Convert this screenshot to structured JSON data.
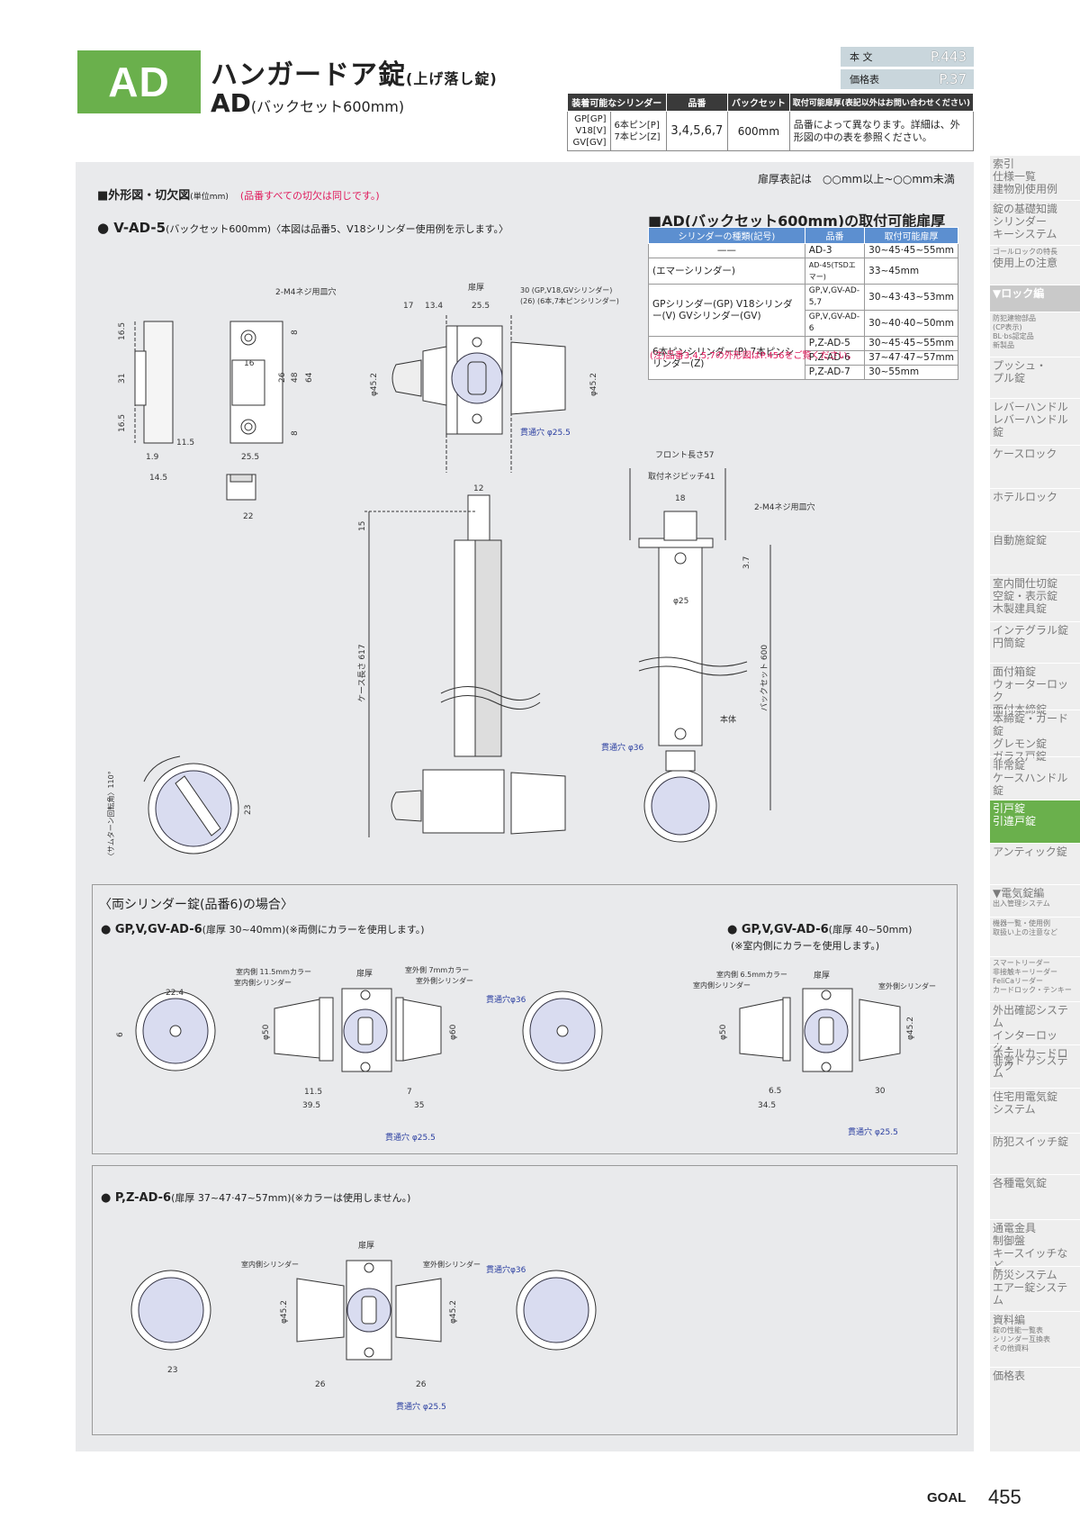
{
  "header": {
    "badge": "AD",
    "title_main": "ハンガードア錠",
    "title_main_note": "(上げ落し錠)",
    "title_sub": "AD",
    "title_sub_note": "(バックセット600mm)"
  },
  "refs": [
    {
      "label": "本 文",
      "page": "P.443"
    },
    {
      "label": "価格表",
      "page": "P.37"
    }
  ],
  "spec_table": {
    "headers": [
      "装着可能なシリンダー",
      "品番",
      "バックセット",
      "取付可能扉厚(表記以外はお問い合わせください)"
    ],
    "row": {
      "cylinders": [
        "GP[GP]",
        "V18[V]",
        "GV[GV]"
      ],
      "pins": [
        "6本ピン[P]",
        "7本ピン[Z]"
      ],
      "model": "3,4,5,6,7",
      "backset": "600mm",
      "thickness": "品番によって異なります。詳細は、外形図の中の表を参照ください。"
    }
  },
  "main": {
    "section_title": "■外形図・切欠図",
    "section_unit": "(単位mm)",
    "section_red": "(品番すべての切欠は同じです。)",
    "door_note": "扉厚表記は　○○mm以上~○○mm未満",
    "model_title": "● V-AD-5",
    "model_note": "(バックセット600mm)〈本図は品番5、V18シリンダー使用例を示します。〉"
  },
  "door_table": {
    "title": "■AD(バックセット600mm)の取付可能扉厚",
    "headers": [
      "シリンダーの種類(記号)",
      "品番",
      "取付可能扉厚"
    ],
    "rows": [
      [
        "——",
        "AD-3",
        "30~45·45~55mm"
      ],
      [
        "(エマーシリンダー)",
        "AD-45(TSDエマー)",
        "33~45mm"
      ],
      [
        "GPシリンダー(GP) V18シリンダー(V) GVシリンダー(GV)",
        "GP,V,GV-AD-5,7",
        "30~43·43~53mm"
      ],
      [
        "",
        "GP,V,GV-AD-6",
        "30~40·40~50mm"
      ],
      [
        "6本ピンシリンダー(P) 7本ピンシリンダー(Z)",
        "P,Z-AD-5",
        "30~45·45~55mm"
      ],
      [
        "",
        "P,Z-AD-6",
        "37~47·47~57mm"
      ],
      [
        "",
        "P,Z-AD-7",
        "30~55mm"
      ]
    ],
    "note": "(注)品番3,4,5,7の外形図はP.456をご覧ください。"
  },
  "dims": {
    "d1": "2-M4ネジ用皿穴",
    "d2": "16.5",
    "d3": "31",
    "d4": "16.5",
    "d5": "16",
    "d6": "26",
    "d7": "48",
    "d8": "64",
    "d9": "8",
    "d10": "8",
    "d11": "1.9",
    "d12": "11.5",
    "d13": "14.5",
    "d14": "25.5",
    "d15": "22",
    "d16": "17",
    "d17": "13.4",
    "d18": "扉厚",
    "d19": "25.5",
    "d20": "30 (GP,V18,GVシリンダー)",
    "d21": "(26) (6本,7本ピンシリンダー)",
    "d22": "φ45.2",
    "d23": "φ45.2",
    "d24": "貫通穴 φ25.5",
    "d25": "12",
    "d26": "15",
    "d27": "ケース長さ 617",
    "d28": "フロント長さ57",
    "d29": "取付ネジピッチ41",
    "d30": "18",
    "d31": "2-M4ネジ用皿穴",
    "d32": "3.7",
    "d33": "φ25",
    "d34": "バックセット 600",
    "d35": "本体",
    "d36": "貫通穴 φ36",
    "d37": "〈サムターン回転角〉110°",
    "d38": "23"
  },
  "both_section": {
    "title": "〈両シリンダー錠(品番6)の場合〉",
    "left_title": "● GP,V,GV-AD-6",
    "left_note": "(扉厚 30~40mm)(※両側にカラーを使用します。)",
    "right_title": "● GP,V,GV-AD-6",
    "right_note1": "(扉厚 40~50mm)",
    "right_note2": "(※室内側にカラーを使用します。)",
    "l1": "室内側 11.5mmカラー",
    "l2": "室内側シリンダー",
    "l3": "扉厚",
    "l4": "室外側 7mmカラー",
    "l5": "室外側シリンダー",
    "l6": "貫通穴φ36",
    "l7": "22.4",
    "l8": "6",
    "l9": "φ50",
    "l10": "φ60",
    "l11": "11.5",
    "l12": "39.5",
    "l13": "7",
    "l14": "35",
    "l15": "貫通穴 φ25.5",
    "r1": "室内側 6.5mmカラー",
    "r2": "室内側シリンダー",
    "r3": "扉厚",
    "r4": "室外側シリンダー",
    "r5": "φ50",
    "r6": "φ45.2",
    "r7": "6.5",
    "r8": "34.5",
    "r9": "30",
    "r10": "貫通穴 φ25.5"
  },
  "pz_section": {
    "title": "● P,Z-AD-6",
    "note": "(扉厚 37~47·47~57mm)(※カラーは使用しません。)",
    "p1": "扉厚",
    "p2": "室内側シリンダー",
    "p3": "室外側シリンダー",
    "p4": "貫通穴φ36",
    "p5": "φ45.2",
    "p6": "φ45.2",
    "p7": "23",
    "p8": "26",
    "p9": "26",
    "p10": "貫通穴 φ25.5"
  },
  "sidebar": [
    {
      "label": "索引",
      "sub": [
        "仕様一覧",
        "建物別使用例"
      ]
    },
    {
      "label": "錠の基礎知識",
      "sub": [
        "シリンダー",
        "キーシステム"
      ]
    },
    {
      "label": "ゴールロックの特長",
      "sub": [
        "使用上の注意"
      ]
    },
    {
      "label": "▼ロック編",
      "sub": []
    },
    {
      "label": "防犯建物部品",
      "sub": [
        "(CP表示)",
        "BL·bs認定品",
        "新製品"
      ]
    },
    {
      "label": "プッシュ・",
      "sub": [
        "プル錠"
      ]
    },
    {
      "label": "レバーハンドル",
      "sub": [
        "レバーハンドル錠"
      ]
    },
    {
      "label": "ケースロック",
      "sub": []
    },
    {
      "label": "ホテルロック",
      "sub": []
    },
    {
      "label": "自動施錠錠",
      "sub": []
    },
    {
      "label": "室内間仕切錠",
      "sub": [
        "空錠・表示錠",
        "木製建具錠"
      ]
    },
    {
      "label": "インテグラル錠",
      "sub": [
        "円筒錠"
      ]
    },
    {
      "label": "面付箱錠",
      "sub": [
        "ウォーターロック",
        "面付本締錠"
      ]
    },
    {
      "label": "本締錠・ガード錠",
      "sub": [
        "グレモン錠",
        "ガラス戸錠"
      ]
    },
    {
      "label": "非常錠",
      "sub": [
        "ケースハンドル錠"
      ]
    },
    {
      "label": "引戸錠",
      "sub": [
        "引違戸錠"
      ]
    },
    {
      "label": "アンティック錠",
      "sub": []
    },
    {
      "label": "▼電気錠編",
      "sub": [
        "出入管理システム"
      ]
    },
    {
      "label": "機器一覧・使用例",
      "sub": [
        "取扱い上の注意など"
      ]
    },
    {
      "label": "スマートリーダー",
      "sub": [
        "非接触キーリーダー",
        "FeliCaリーダー",
        "カードロック・テンキー"
      ]
    },
    {
      "label": "外出確認システム",
      "sub": [
        "インターロック・",
        "非常ドアシステム"
      ]
    },
    {
      "label": "ホテルカードロック",
      "sub": []
    },
    {
      "label": "住宅用電気錠",
      "sub": [
        "システム"
      ]
    },
    {
      "label": "防犯スイッチ錠",
      "sub": []
    },
    {
      "label": "各種電気錠",
      "sub": []
    },
    {
      "label": "通電金具",
      "sub": [
        "制御盤",
        "キースイッチなど"
      ]
    },
    {
      "label": "防災システム",
      "sub": [
        "エアー錠システム"
      ]
    },
    {
      "label": "資料編",
      "sub": [
        "錠の性能一覧表",
        "シリンダー互換表",
        "その他資料"
      ]
    },
    {
      "label": "価格表",
      "sub": []
    }
  ],
  "footer": {
    "brand": "GOAL",
    "page": "455"
  }
}
